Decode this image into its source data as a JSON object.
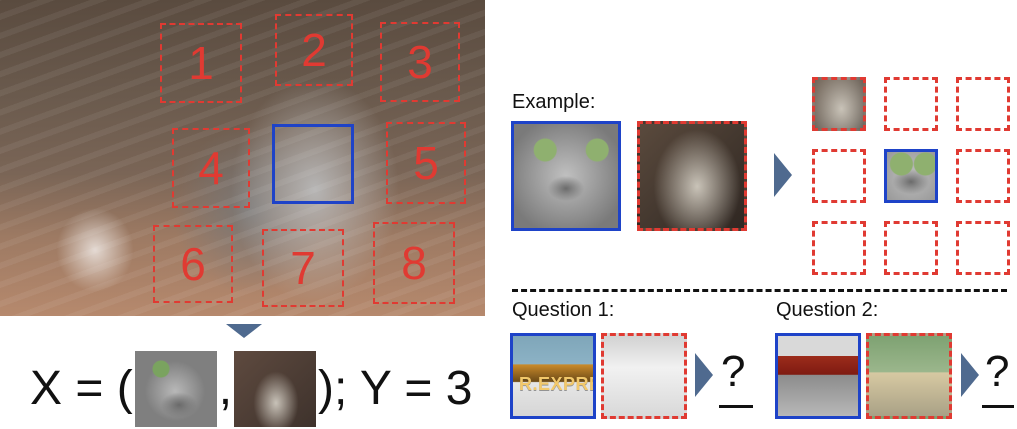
{
  "left": {
    "grid_numbers": [
      "1",
      "2",
      "3",
      "4",
      "5",
      "6",
      "7",
      "8"
    ],
    "equation": {
      "x_prefix": "X = (",
      "comma": ",",
      "suffix": "); Y = 3"
    }
  },
  "right": {
    "example_label": "Example:",
    "question_1_label": "Question 1:",
    "question_2_label": "Question 2:",
    "question_1_overlay_text": "R.EXPRESS",
    "question_mark": "?"
  },
  "colors": {
    "blue": "#1e43c8",
    "red": "#e03a32",
    "arrow": "#4f6a8f"
  }
}
